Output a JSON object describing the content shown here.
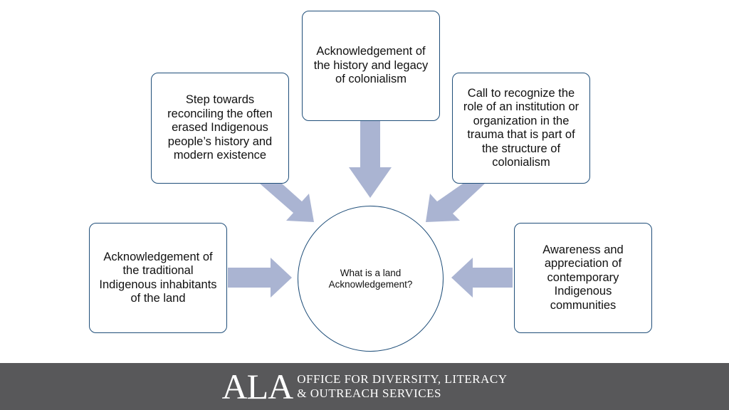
{
  "diagram": {
    "center": "What is a land Acknowledgement?",
    "nodes": {
      "top": "Acknowledgement of the history and legacy of colonialism",
      "upper_left": "Step towards reconciling the often erased Indigenous people’s history and modern existence",
      "upper_right": "Call to recognize the role of an institution or organization in the trauma that is part of the structure of colonialism",
      "left": "Acknowledgement of the traditional Indigenous inhabitants of the land",
      "right": "Awareness and appreciation of contemporary Indigenous communities"
    },
    "colors": {
      "border": "#1f4e79",
      "arrow": "#aab4d2",
      "footer": "#58585a"
    }
  },
  "footer": {
    "logo": "ALA",
    "line1": "OFFICE FOR DIVERSITY, LITERACY",
    "line2": "& OUTREACH SERVICES"
  }
}
